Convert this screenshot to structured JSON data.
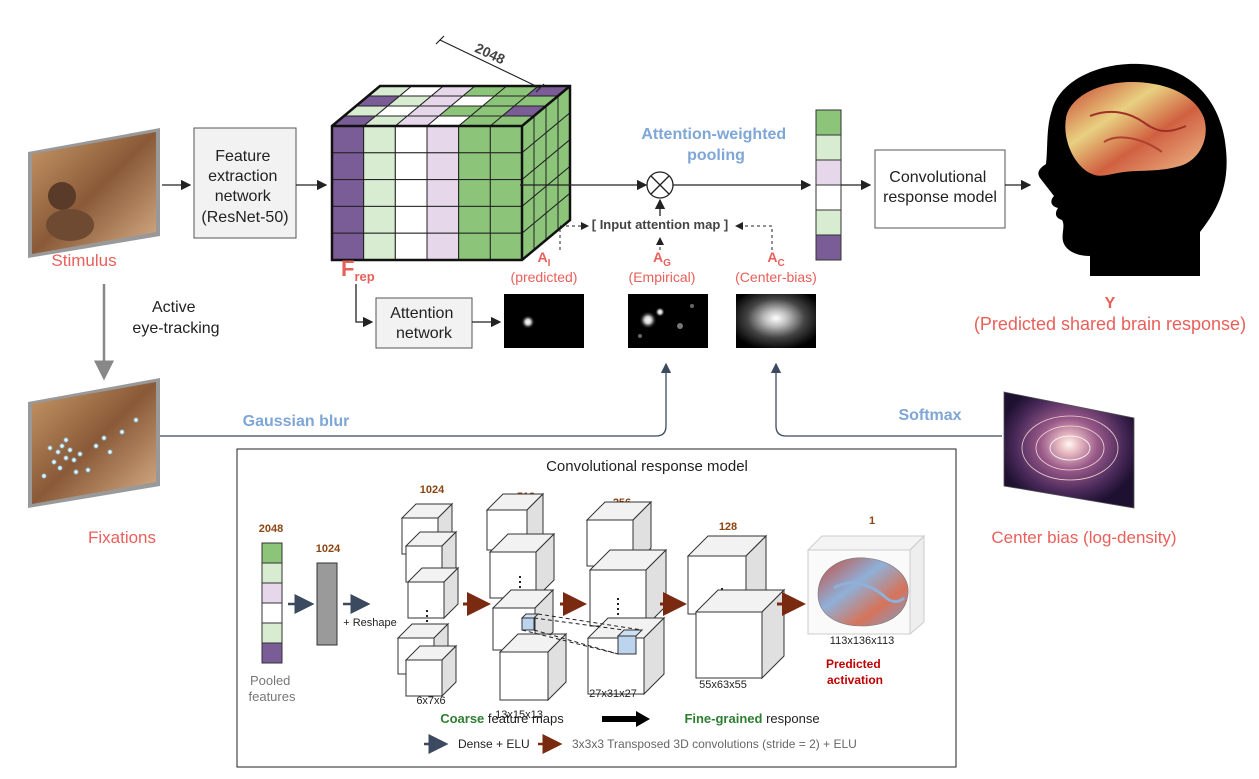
{
  "top": {
    "stimulus_label": "Stimulus",
    "feature_box": [
      "Feature",
      "extraction",
      "network",
      "(ResNet-50)"
    ],
    "cube_dim": "2048",
    "frep_main": "F",
    "frep_sub": "rep",
    "attention_network": [
      "Attention",
      "network"
    ],
    "pooling_title": [
      "Attention-weighted",
      "pooling"
    ],
    "input_attention_map": "[ Input attention map ]",
    "a_i": {
      "main": "A",
      "sub": "I",
      "caption": "(predicted)"
    },
    "a_g": {
      "main": "A",
      "sub": "G",
      "caption": "(Empirical)"
    },
    "a_c": {
      "main": "A",
      "sub": "C",
      "caption": "(Center-bias)"
    },
    "response_box": [
      "Convolutional",
      "response model"
    ],
    "y_label": "Y",
    "y_caption": "(Predicted shared brain response)",
    "eye_tracking": [
      "Active",
      "eye-tracking"
    ],
    "fixations_label": "Fixations",
    "gaussian_blur": "Gaussian blur",
    "softmax": "Softmax",
    "center_bias_label": "Center bias (log-density)"
  },
  "bottom": {
    "title": "Convolutional response model",
    "pooled_dim": "2048",
    "dense_dim": "1024",
    "pooled_label": [
      "Pooled",
      "features"
    ],
    "reshape": "+ Reshape",
    "stage_dims": [
      "1024",
      "512",
      "256",
      "128",
      "1"
    ],
    "stage_sizes": [
      "6x7x6",
      "13x15x13",
      "27x31x27",
      "55x63x55",
      "113x136x113"
    ],
    "predicted": [
      "Predicted",
      "activation"
    ],
    "coarse_bold": "Coarse",
    "coarse_rest": " feature maps",
    "fine_bold": "Fine-grained",
    "fine_rest": " response",
    "legend_dense": "Dense + ELU",
    "legend_transposed": "3x3x3 Transposed 3D convolutions (stride = 2) + ELU"
  },
  "colors": {
    "red": "#e8605a",
    "blue": "#7ea6d6",
    "green": "#8cc57a",
    "light_green": "#d8ecd2",
    "purple": "#7a5c96",
    "light_purple": "#e6d8ea",
    "brown": "#7a2a10",
    "dark_arrow": "#3c4a60",
    "dark_green_text": "#2e7d32",
    "dim_brown": "#8b4513"
  },
  "icons": [
    "stimulus-image",
    "fixations-image",
    "center-bias-image",
    "head-silhouette-icon",
    "brain-icon",
    "multiply-icon"
  ]
}
